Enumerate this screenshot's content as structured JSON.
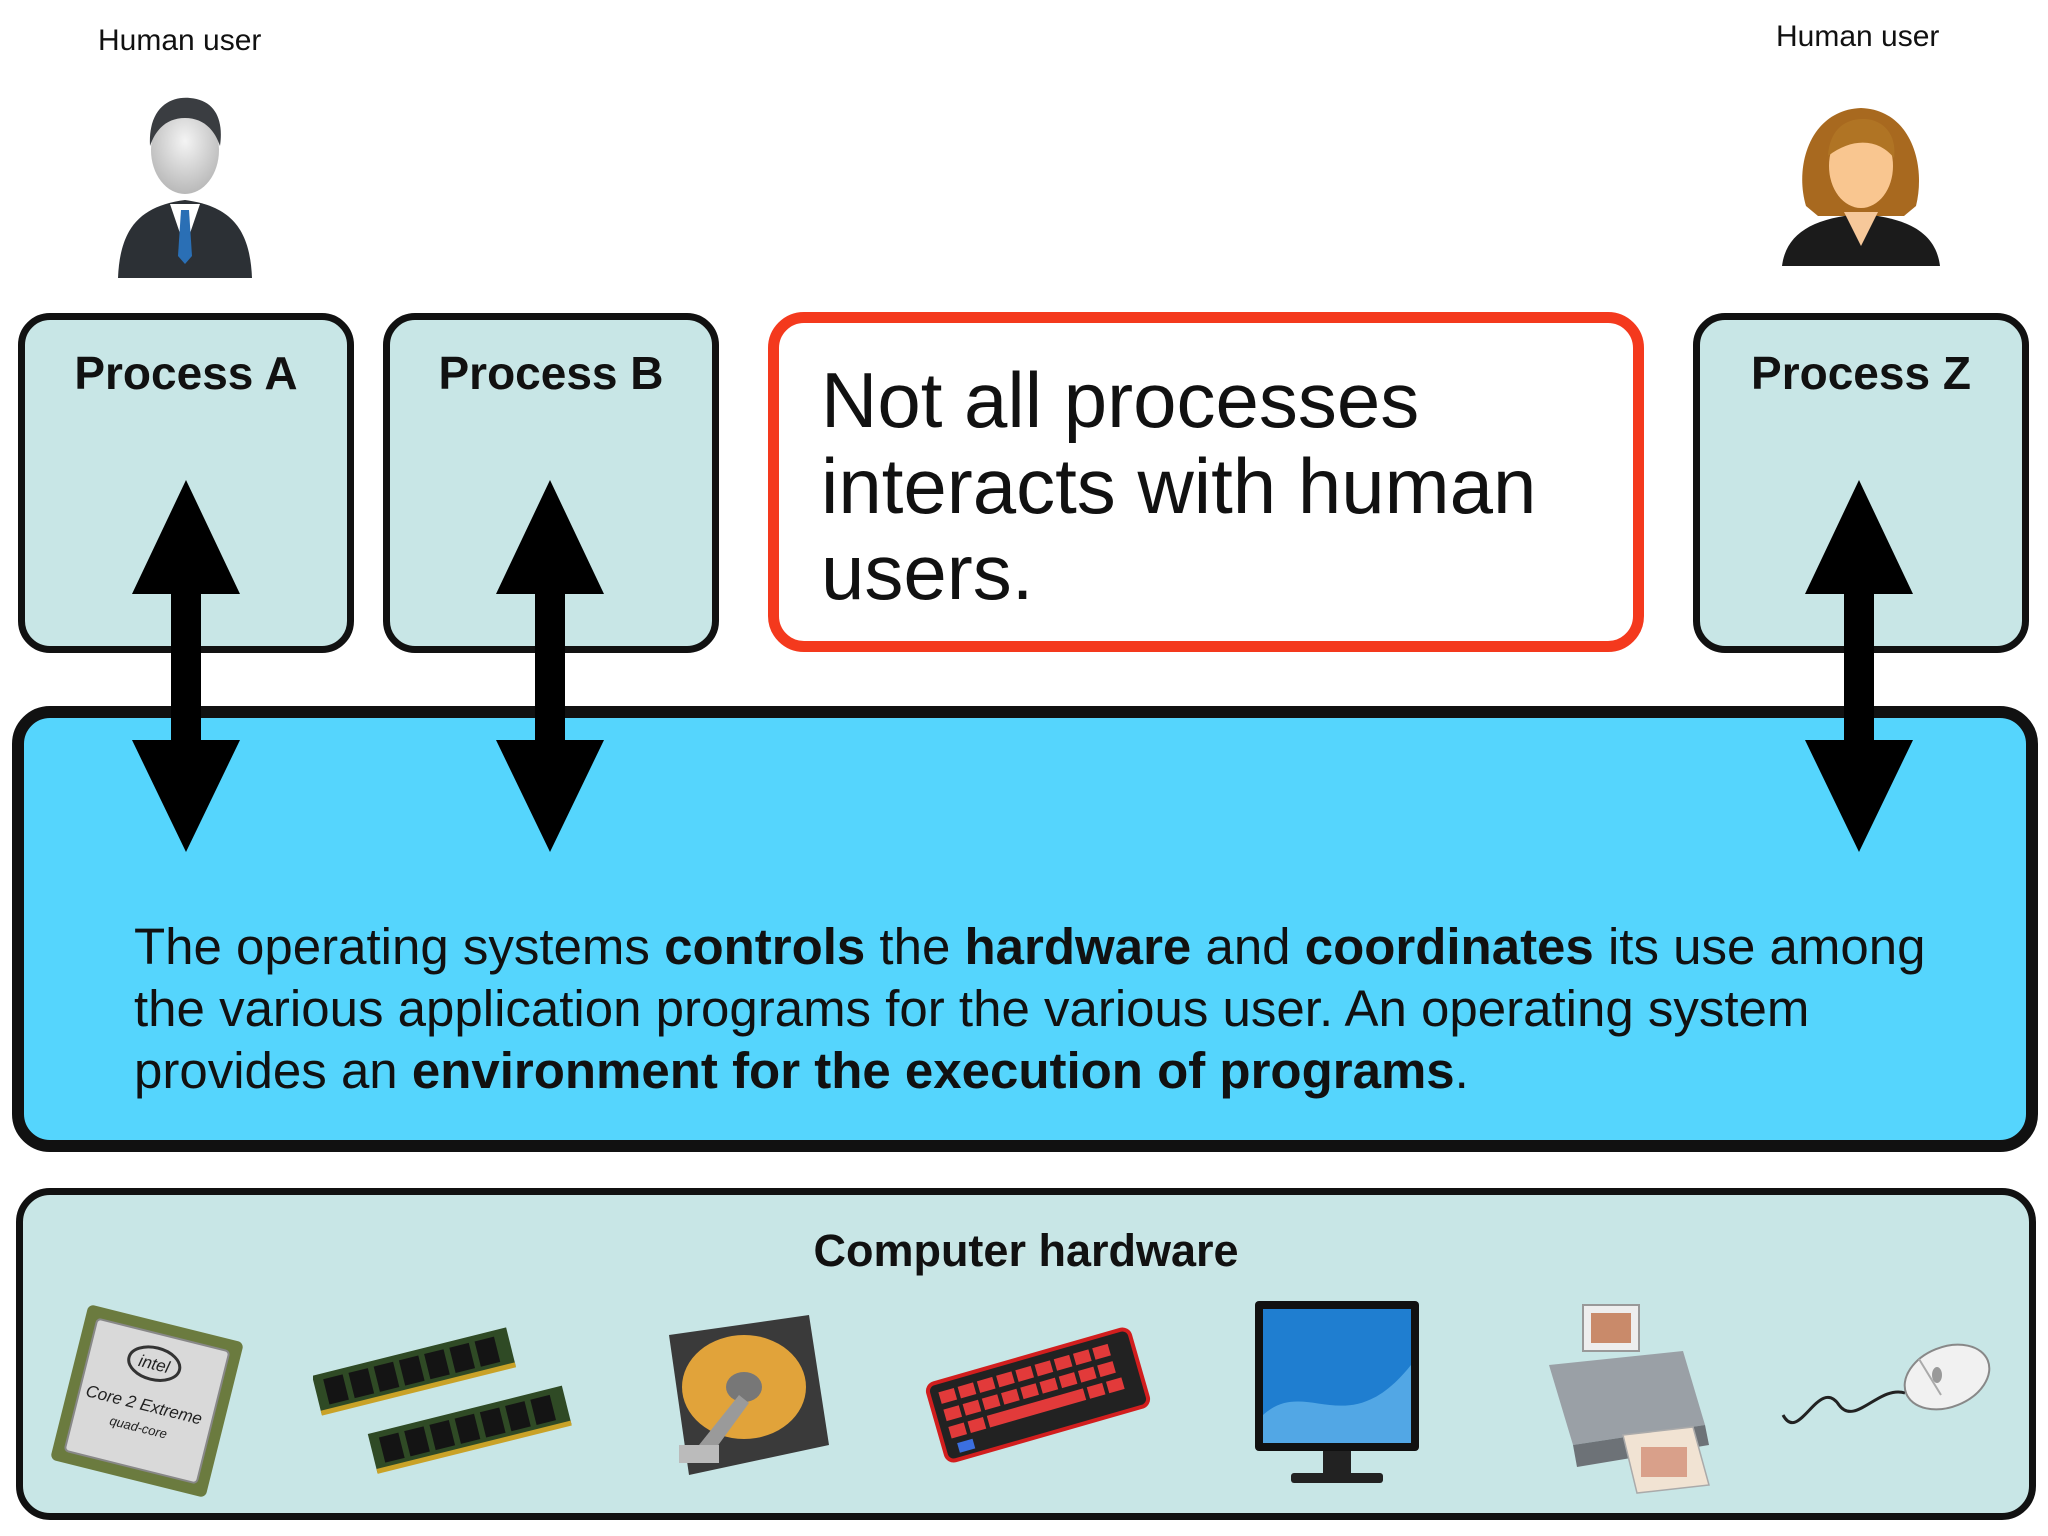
{
  "users": [
    {
      "label": "Human user",
      "icon": "businessman-avatar-icon"
    },
    {
      "label": "Human user",
      "icon": "businesswoman-avatar-icon"
    }
  ],
  "processes": [
    {
      "title": "Process A"
    },
    {
      "title": "Process B"
    },
    {
      "title": "Process Z"
    }
  ],
  "note": {
    "text": "Not all processes interacts with human users."
  },
  "os": {
    "segments": [
      {
        "text": "The operating systems ",
        "bold": false
      },
      {
        "text": "controls",
        "bold": true
      },
      {
        "text": " the ",
        "bold": false
      },
      {
        "text": "hardware",
        "bold": true
      },
      {
        "text": " and ",
        "bold": false
      },
      {
        "text": "coordinates",
        "bold": true
      },
      {
        "text": " its use among the various application programs for the various user. An operating system provides an ",
        "bold": false
      },
      {
        "text": "environment for the execution of programs",
        "bold": true
      },
      {
        "text": ".",
        "bold": false
      }
    ]
  },
  "hardware": {
    "title": "Computer hardware",
    "items": [
      "cpu-icon",
      "ram-icon",
      "hard-disk-icon",
      "keyboard-icon",
      "monitor-icon",
      "printer-icon",
      "mouse-icon"
    ],
    "cpu_label": {
      "brand": "intel",
      "line1": "Core 2 Extreme",
      "line2": "quad-core"
    }
  },
  "colors": {
    "process_fill": "#c8e6e6",
    "os_fill": "#55d5fd",
    "note_border": "#f4391d",
    "outline": "#111111"
  }
}
